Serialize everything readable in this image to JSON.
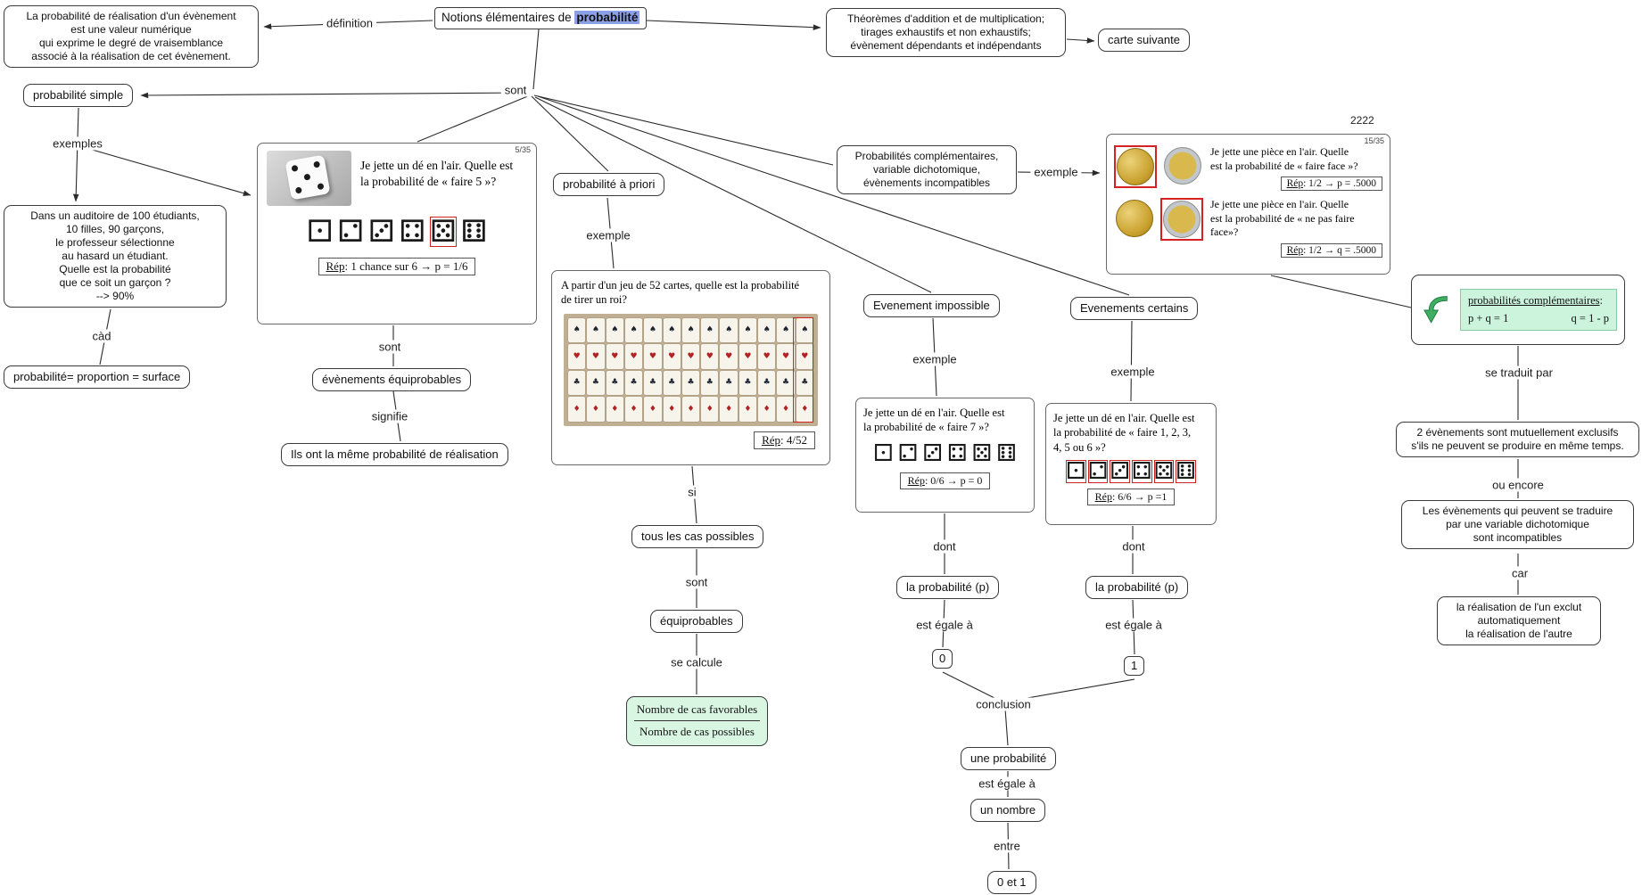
{
  "title": {
    "prefix": "Notions élémentaires de ",
    "highlight": "probabilité"
  },
  "nodes": {
    "definition": "La probabilité de réalisation d'un évènement\nest une valeur numérique\nqui exprime le degré de vraisemblance\nassocié à la réalisation de cet évènement.",
    "theorems": "Théorèmes d'addition et de multiplication;\ntirages exhaustifs et non exhaustifs;\névènement dépendants et indépendants",
    "carte_suivante": "carte suivante",
    "prob_simple": "probabilité simple",
    "auditoire": "Dans un auditoire de 100 étudiants,\n10 filles, 90 garçons,\nle professeur sélectionne\nau hasard un étudiant.\nQuelle est la probabilité\nque ce soit un garçon ?\n--> 90%",
    "proportion": "probabilité= proportion = surface",
    "equiprobables1": "évènements équiprobables",
    "meme_prob": "Ils ont la même probabilité de réalisation",
    "prob_apriori": "probabilité à priori",
    "tous_cas": "tous les cas possibles",
    "equiprobables2": "équiprobables",
    "prob_compl": "Probabilités complémentaires,\nvariable dichotomique,\névènements incompatibles",
    "ev_impossible": "Evenement impossible",
    "ev_certains": "Evenements certains",
    "la_prob_p1": "la probabilité (p)",
    "la_prob_p2": "la probabilité (p)",
    "zero": "0",
    "one": "1",
    "une_prob": "une probabilité",
    "un_nombre": "un nombre",
    "zero_un": "0 et 1",
    "mutuellement": "2 évènements sont mutuellement exclusifs\ns'ils ne peuvent se produire en même temps.",
    "dichotomique": "Les évènements qui peuvent se traduire\npar une variable dichotomique\nsont incompatibles",
    "realisation": "la réalisation de l'un exclut\nautomatiquement\nla réalisation de l'autre"
  },
  "fraction": {
    "numerator": "Nombre de cas favorables",
    "denominator": "Nombre de cas possibles"
  },
  "edges": {
    "definition": "définition",
    "sont_main": "sont",
    "exemples": "exemples",
    "cad": "càd",
    "sont_dice": "sont",
    "signifie": "signifie",
    "exemple_apriori": "exemple",
    "si": "si",
    "sont_cas": "sont",
    "se_calcule": "se calcule",
    "exemple_compl": "exemple",
    "exemple_impossible": "exemple",
    "exemple_certains": "exemple",
    "dont1": "dont",
    "dont2": "dont",
    "egale1": "est égale à",
    "egale2": "est égale à",
    "conclusion": "conclusion",
    "egale3": "est égale à",
    "entre": "entre",
    "se_traduit": "se traduit par",
    "ou_encore": "ou encore",
    "car": "car"
  },
  "slides": {
    "dice5": {
      "page": "5/35",
      "question": "Je jette un dé en l'air. Quelle est\nla probabilité de « faire 5 »?",
      "answer_u": "Rép",
      "answer_rest": ": 1 chance sur 6 → p = 1/6",
      "dice": {
        "faces": [
          "⚀",
          "⚁",
          "⚂",
          "⚃",
          "⚄",
          "⚅"
        ],
        "highlight": 4
      }
    },
    "cards52": {
      "question": "A partir d'un jeu de 52 cartes, quelle est la probabilité\nde tirer un roi?",
      "answer_u": "Rép",
      "answer_rest": ": 4/52",
      "suits": [
        "♠",
        "♥",
        "♣",
        "♦"
      ]
    },
    "coins": {
      "note": "2222",
      "page": "15/35",
      "q1": "Je jette une pièce en l'air. Quelle\nest la probabilité de « faire face »?",
      "a1_u": "Rép",
      "a1_rest": ": 1/2 → p = .5000",
      "q2": "Je jette une pièce en l'air. Quelle\nest la probabilité de « ne pas faire\nface»?",
      "a2_u": "Rép",
      "a2_rest": ": 1/2 → q = .5000"
    },
    "dice7": {
      "question": "Je jette un dé en l'air. Quelle est\nla probabilité de « faire 7 »?",
      "answer_u": "Rép",
      "answer_rest": ": 0/6 → p = 0",
      "dice": {
        "faces": [
          "⚀",
          "⚁",
          "⚂",
          "⚃",
          "⚄",
          "⚅"
        ],
        "highlight": -1
      }
    },
    "dice_all": {
      "question": "Je jette un dé en l'air. Quelle est\nla probabilité de « faire 1, 2, 3,\n4, 5 ou 6 »?",
      "answer_u": "Rép",
      "answer_rest": ": 6/6 → p =1",
      "dice": {
        "faces": [
          "⚀",
          "⚁",
          "⚂",
          "⚃",
          "⚄",
          "⚅"
        ],
        "highlight": "all"
      }
    },
    "complementaires": {
      "title_u": "probabilités complémentaires",
      "title_colon": ":",
      "eq1": "p + q = 1",
      "eq2": "q = 1 - p"
    }
  },
  "colors": {
    "highlight_bg": "#8ca0e8",
    "fraction_bg": "#d9f6e3",
    "compl_bg": "#ccf4dd",
    "accent_red": "#cc2222",
    "arrow_green": "#3fae62"
  }
}
